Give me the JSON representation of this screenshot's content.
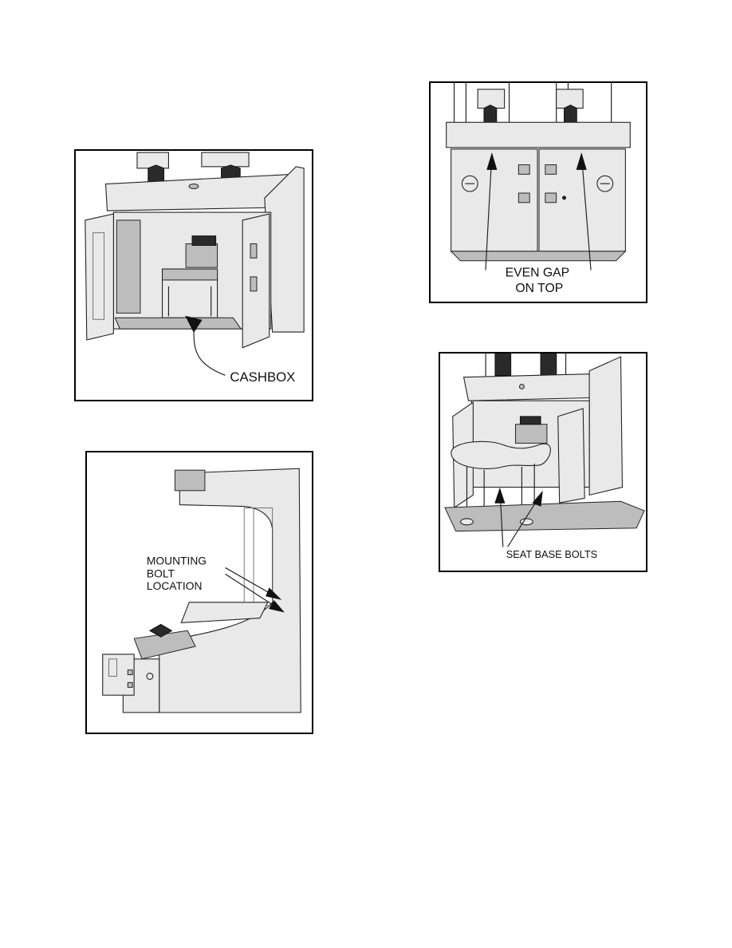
{
  "figures": {
    "cashbox": {
      "label": "CASHBOX"
    },
    "even_gap": {
      "label_line1": "EVEN GAP",
      "label_line2": "ON TOP"
    },
    "mounting_bolt": {
      "label_line1": "MOUNTING",
      "label_line2": "BOLT",
      "label_line3": "LOCATION"
    },
    "seat_base": {
      "label": "SEAT BASE BOLTS"
    }
  }
}
